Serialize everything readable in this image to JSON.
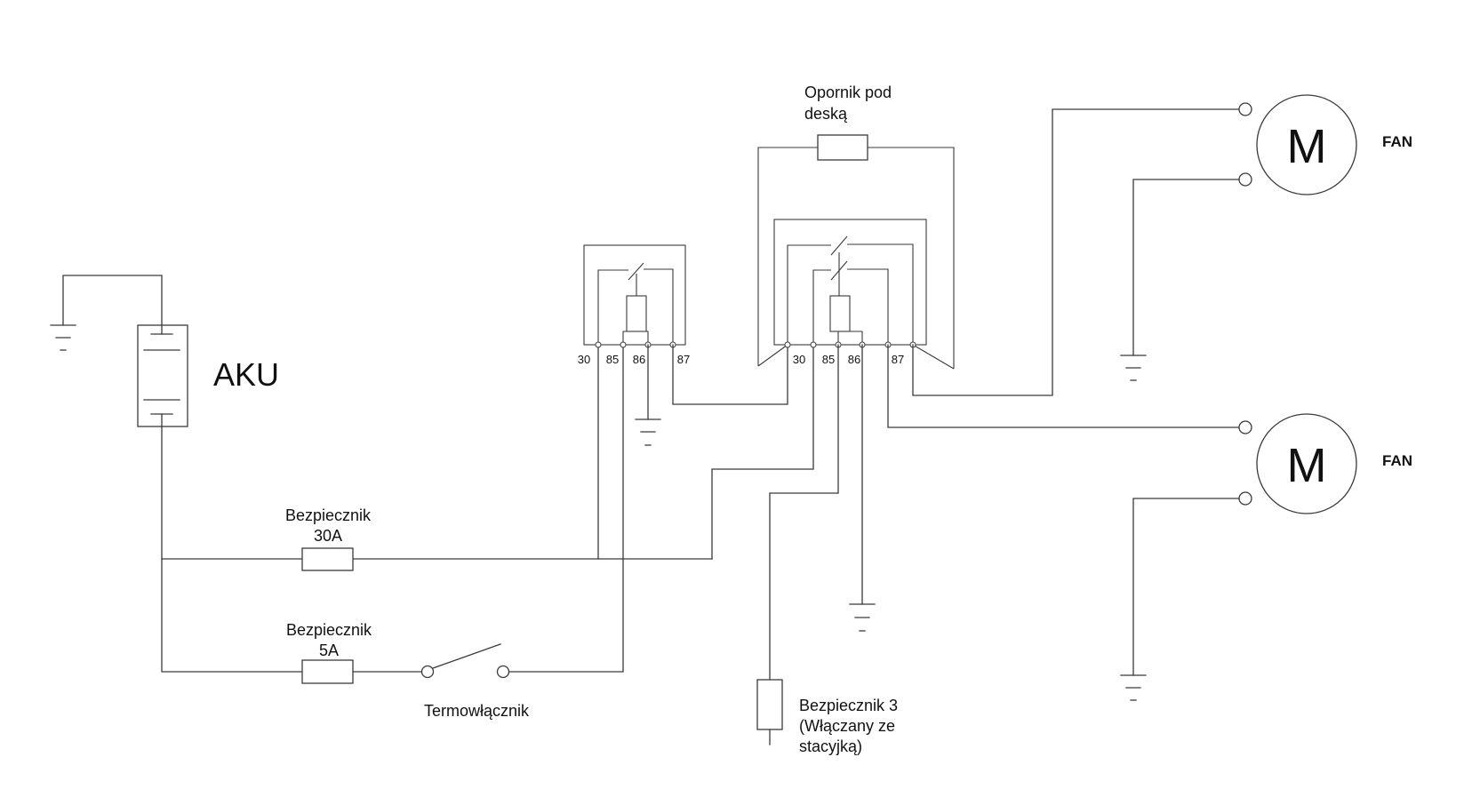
{
  "battery": {
    "label": "AKU"
  },
  "fuse_30a": {
    "line1": "Bezpiecznik",
    "line2": "30A"
  },
  "fuse_5a": {
    "line1": "Bezpiecznik",
    "line2": "5A"
  },
  "thermo_switch": {
    "label": "Termowłącznik"
  },
  "fuse_3": {
    "line1": "Bezpiecznik 3",
    "line2": "(Włączany ze",
    "line3": "stacyjką)"
  },
  "resistor": {
    "line1": "Opornik pod",
    "line2": "deską"
  },
  "relay1": {
    "pins": [
      "30",
      "85",
      "86",
      "87"
    ]
  },
  "relay2": {
    "pins": [
      "30",
      "85",
      "86",
      "87"
    ]
  },
  "motor1": {
    "symbol": "M",
    "label": "FAN"
  },
  "motor2": {
    "symbol": "M",
    "label": "FAN"
  }
}
